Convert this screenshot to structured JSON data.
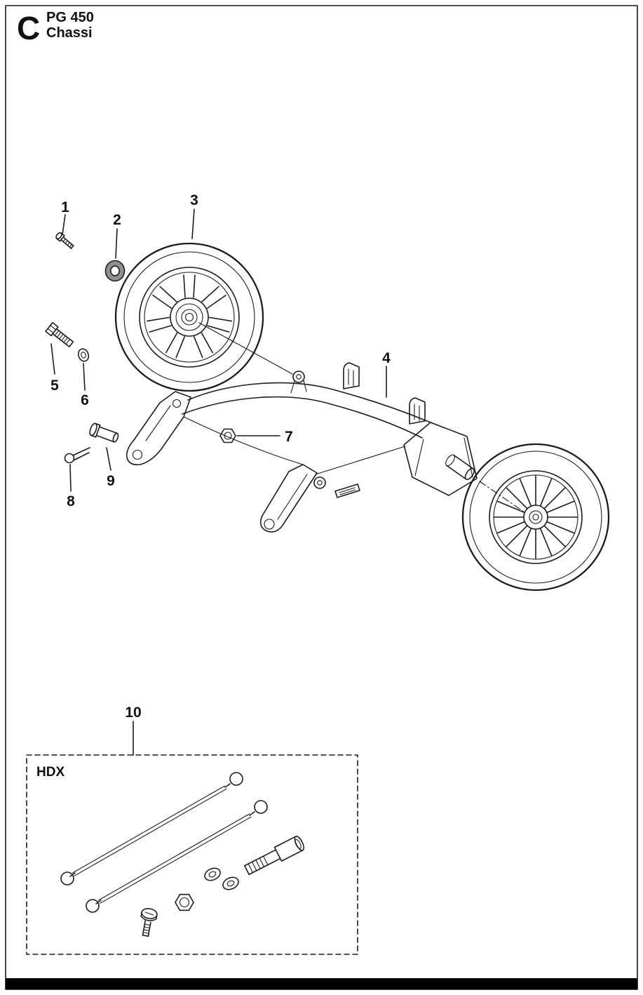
{
  "header": {
    "section_letter": "C",
    "model": "PG 450",
    "title": "Chassi"
  },
  "diagram": {
    "labels": {
      "n1": "1",
      "n2": "2",
      "n3": "3",
      "n4": "4",
      "n5": "5",
      "n6": "6",
      "n7": "7",
      "n8": "8",
      "n9": "9",
      "n10": "10"
    },
    "kit": {
      "code": "HDX"
    }
  }
}
